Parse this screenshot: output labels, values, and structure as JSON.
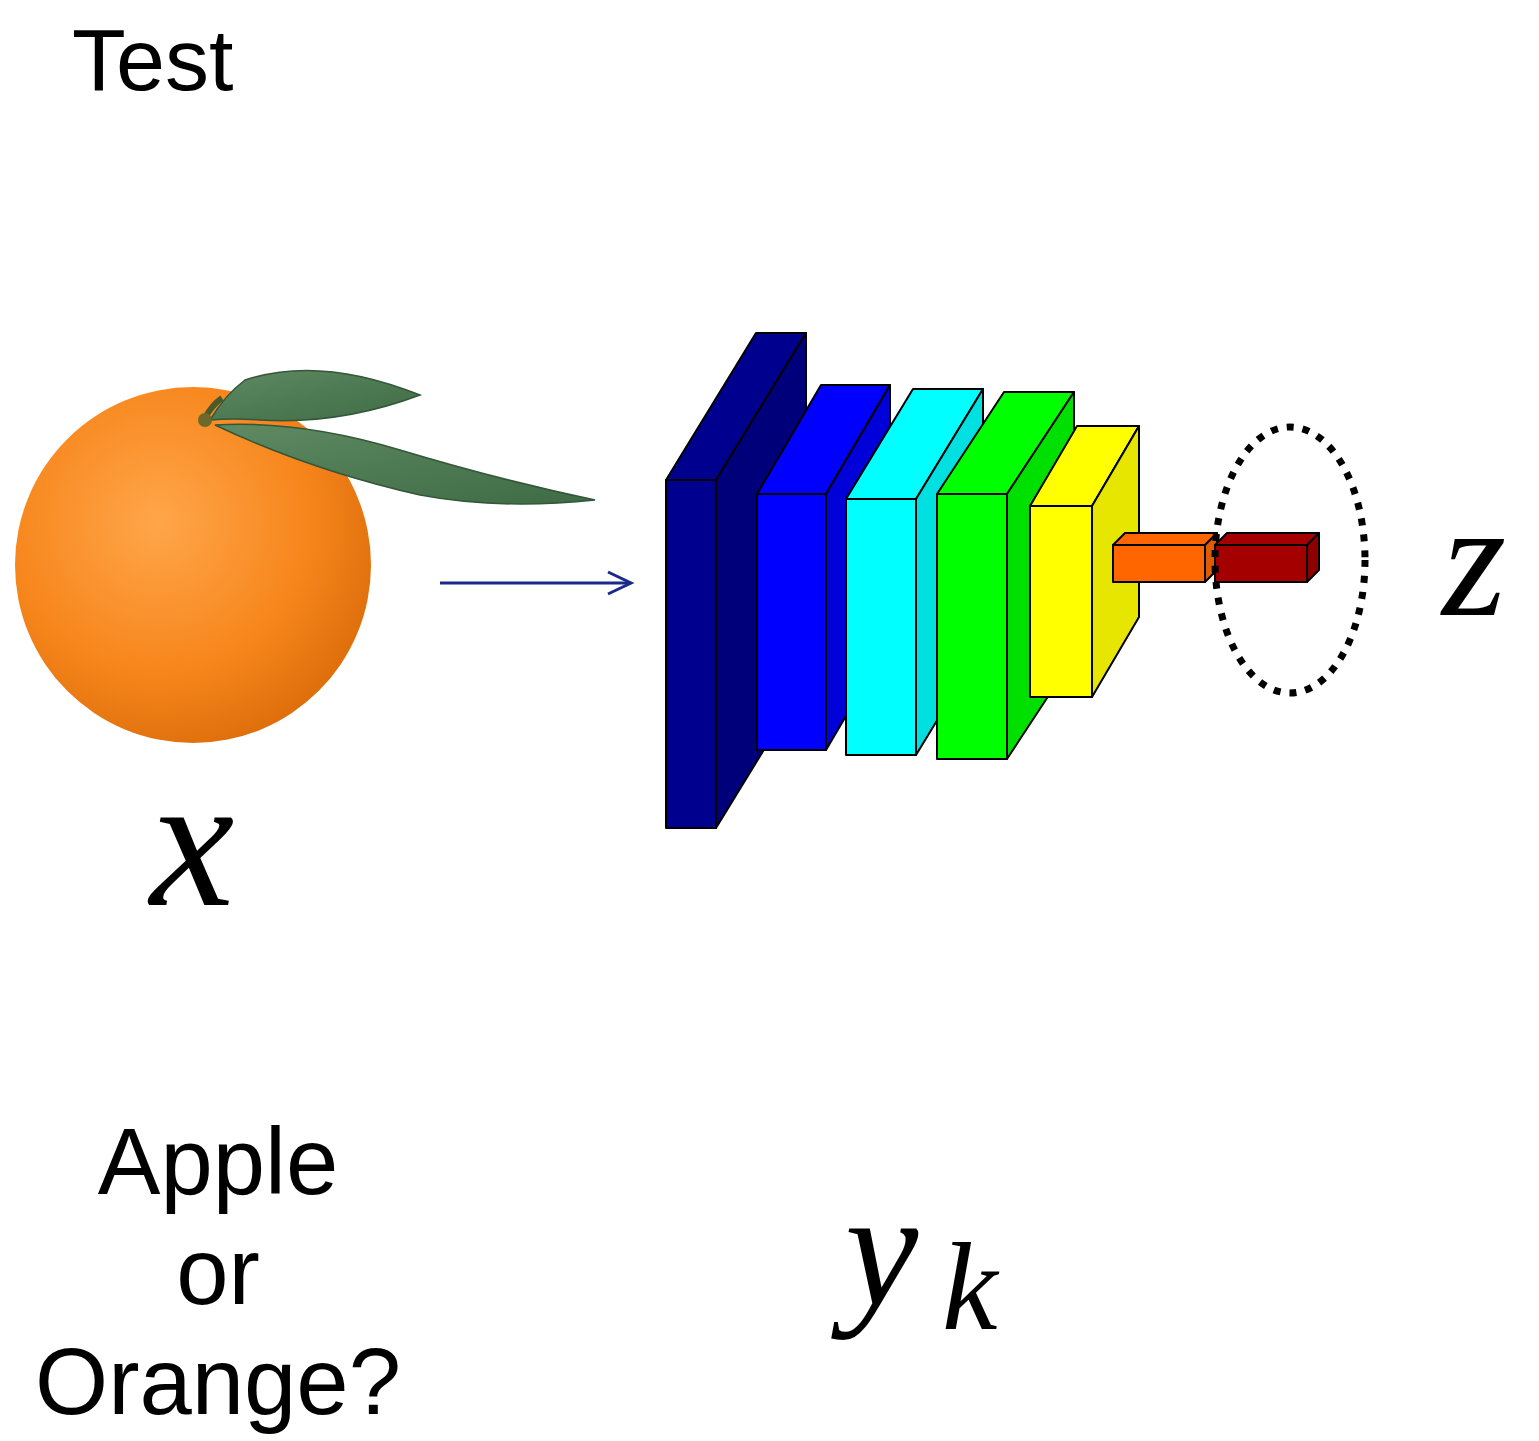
{
  "diagram": {
    "labels": [
      "Test",
      "x",
      "z",
      "Apple or Orange?",
      "y",
      "k"
    ]
  }
}
